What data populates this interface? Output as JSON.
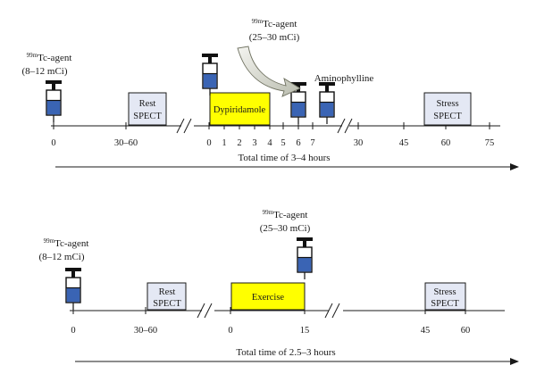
{
  "top": {
    "agent_rest": {
      "iso": "99m",
      "name": "Tc-agent",
      "dose": "(8–12 mCi)"
    },
    "agent_stress": {
      "iso": "99m",
      "name": "Tc-agent",
      "dose": "(25–30 mCi)"
    },
    "aminophylline": "Aminophylline",
    "rest_box": [
      "Rest",
      "SPECT"
    ],
    "drug_box": "Dypiridamole",
    "stress_box": [
      "Stress",
      "SPECT"
    ],
    "ticks": [
      "0",
      "30–60",
      "0",
      "1",
      "2",
      "3",
      "4",
      "5",
      "6",
      "7",
      "30",
      "45",
      "60",
      "75"
    ],
    "total_time": "Total time of 3–4 hours",
    "colors": {
      "drug_fill": "#ffff00",
      "box_fill": "#e4e8f4",
      "syringe_fill": "#3a64b4"
    }
  },
  "bottom": {
    "agent_rest": {
      "iso": "99m",
      "name": "Tc-agent",
      "dose": "(8–12 mCi)"
    },
    "agent_stress": {
      "iso": "99m",
      "name": "Tc-agent",
      "dose": "(25–30 mCi)"
    },
    "rest_box": [
      "Rest",
      "SPECT"
    ],
    "exercise_box": "Exercise",
    "stress_box": [
      "Stress",
      "SPECT"
    ],
    "ticks": [
      "0",
      "30–60",
      "0",
      "15",
      "45",
      "60"
    ],
    "total_time": "Total time of 2.5–3 hours",
    "colors": {
      "exercise_fill": "#ffff00",
      "box_fill": "#e4e8f4",
      "syringe_fill": "#3a64b4"
    }
  }
}
